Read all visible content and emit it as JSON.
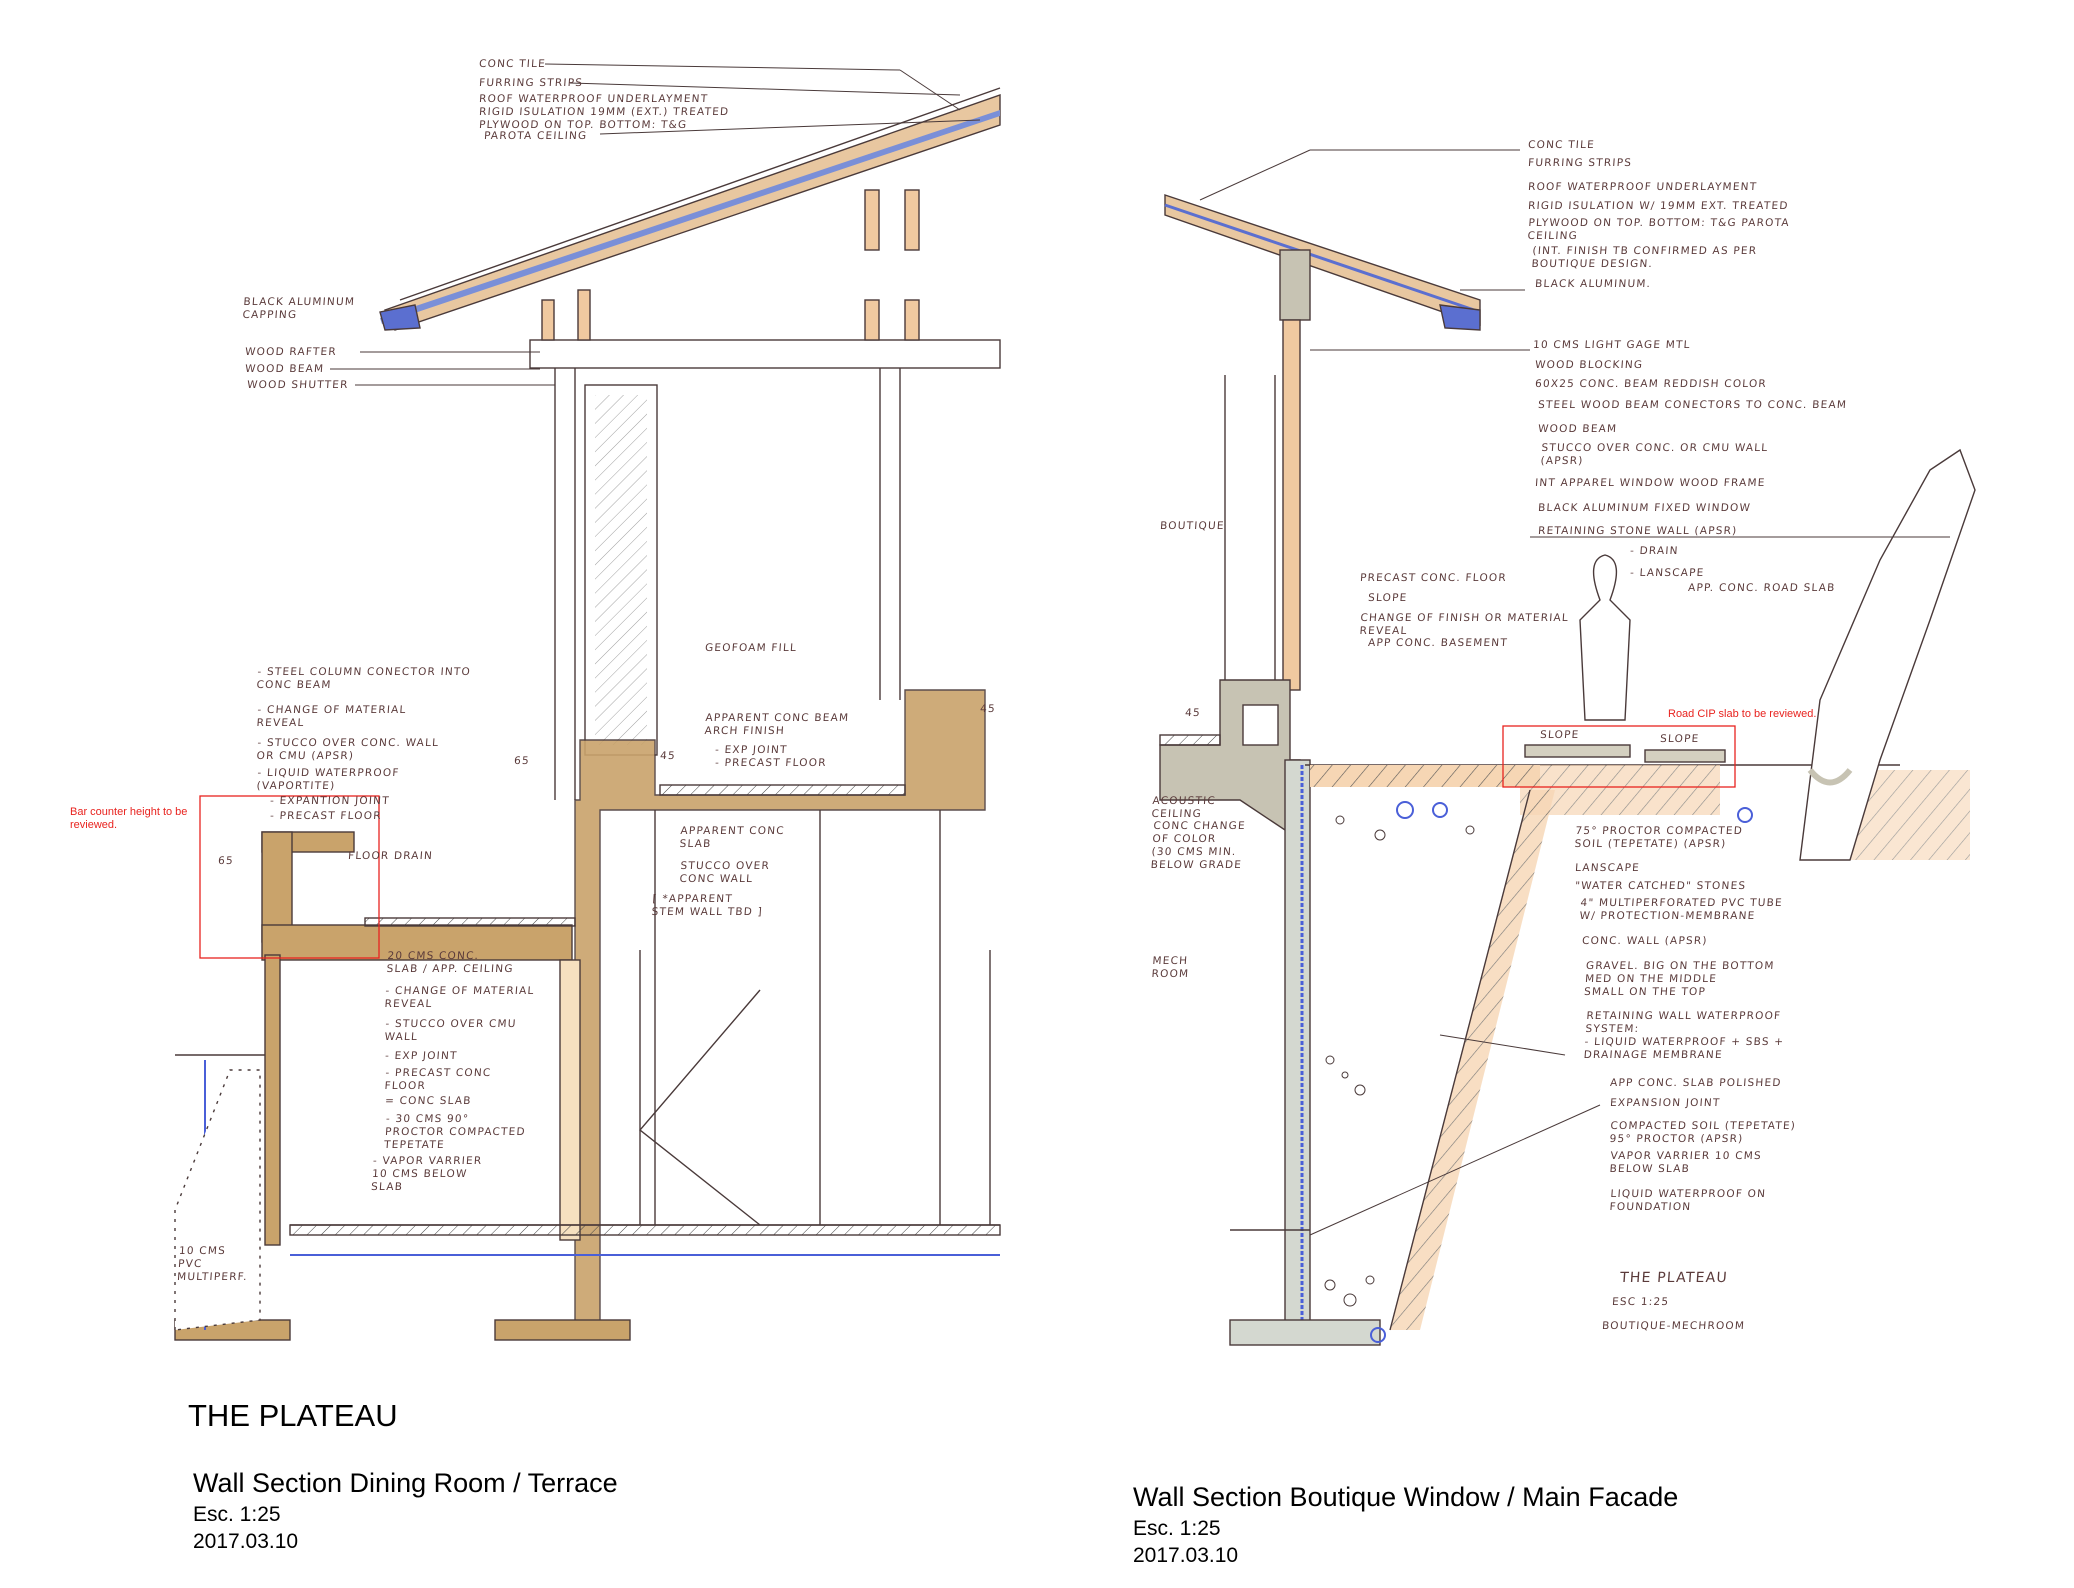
{
  "project_title": "THE PLATEAU",
  "left_section": {
    "title": "Wall Section Dining Room / Terrace",
    "scale": "Esc. 1:25",
    "date": "2017.03.10",
    "review_note": "Bar counter height to be reviewed.",
    "labels": [
      "CONC TILE",
      "FURRING STRIPS",
      "ROOF WATERPROOF UNDERLAYMENT",
      "RIGID ISULATION 19MM (EXT.) TREATED",
      "PLYWOOD ON TOP. BOTTOM: T&G",
      "PAROTA CEILING",
      "BLACK ALUMINUM\nCAPPING",
      "WOOD RAFTER",
      "WOOD BEAM",
      "WOOD SHUTTER",
      "- STEEL COLUMN CONECTOR INTO\nCONC BEAM",
      "- CHANGE OF MATERIAL\nREVEAL",
      "- STUCCO OVER CONC. WALL\nOR CMU (APSR)",
      "- LIQUID WATERPROOF\n(VAPORTITE)",
      "- EXPANTION JOINT",
      "- PRECAST FLOOR",
      "FLOOR DRAIN",
      "65",
      "65",
      "20 CMS CONC.\nSLAB / APP. CEILING",
      "- CHANGE OF MATERIAL\nREVEAL",
      "- STUCCO OVER CMU\nWALL",
      "- EXP JOINT",
      "- PRECAST CONC\nFLOOR",
      "= CONC SLAB",
      "- 30 CMS 90°\nPROCTOR COMPACTED\nTEPETATE",
      "- VAPOR VARRIER\n10 CMS BELOW\nSLAB",
      "10 CMS\nPVC\nMULTIPERF.",
      "GEOFOAM FILL",
      "45",
      "APPARENT CONC BEAM\nARCH FINISH",
      "45",
      "- EXP JOINT",
      "- PRECAST FLOOR",
      "APPARENT CONC\nSLAB",
      "STUCCO OVER\nCONC WALL",
      "[ *APPARENT\nSTEM WALL TBD ]"
    ]
  },
  "right_section": {
    "title": "Wall Section Boutique Window / Main Facade",
    "scale": "Esc. 1:25",
    "date": "2017.03.10",
    "review_note": "Road CIP slab to be reviewed.",
    "labels": [
      "CONC TILE",
      "FURRING STRIPS",
      "ROOF WATERPROOF UNDERLAYMENT",
      "RIGID ISULATION W/ 19MM EXT. TREATED",
      "PLYWOOD ON TOP. BOTTOM: T&G PAROTA\nCEILING",
      "(INT. FINISH TB CONFIRMED AS PER\nBOUTIQUE DESIGN.",
      "BLACK ALUMINUM.",
      "10 CMS LIGHT GAGE MTL",
      "WOOD BLOCKING",
      "60X25 CONC. BEAM REDDISH COLOR",
      "STEEL WOOD BEAM CONECTORS TO CONC. BEAM",
      "WOOD BEAM",
      "STUCCO OVER CONC. OR CMU WALL\n(APSR)",
      "INT APPAREL WINDOW WOOD FRAME",
      "BLACK ALUMINUM FIXED WINDOW",
      "RETAINING STONE WALL (APSR)",
      "- DRAIN",
      "- LANSCAPE",
      "APP. CONC. ROAD SLAB",
      "PRECAST CONC. FLOOR",
      "SLOPE",
      "CHANGE OF FINISH OR MATERIAL\nREVEAL",
      "APP CONC. BASEMENT",
      "BOUTIQUE",
      "45",
      "ACOUSTIC\nCEILING",
      "CONC CHANGE\nOF COLOR\n(30 CMS MIN.\nBELOW GRADE",
      "MECH\nROOM",
      "SLOPE",
      "SLOPE",
      "75° PROCTOR COMPACTED\nSOIL (TEPETATE) (APSR)",
      "LANSCAPE",
      "\"WATER CATCHED\" STONES",
      "4\" MULTIPERFORATED PVC TUBE\nW/ PROTECTION-MEMBRANE",
      "CONC. WALL (APSR)",
      "GRAVEL. BIG ON THE BOTTOM\nMED ON THE MIDDLE\nSMALL ON THE TOP",
      "RETAINING WALL WATERPROOF\nSYSTEM:\n- LIQUID WATERPROOF + SBS +\nDRAINAGE MEMBRANE",
      "APP CONC. SLAB POLISHED",
      "EXPANSION JOINT",
      "COMPACTED SOIL (TEPETATE)\n95° PROCTOR (APSR)",
      "VAPOR VARRIER 10 CMS\nBELOW SLAB",
      "LIQUID WATERPROOF ON\nFOUNDATION",
      "THE PLATEAU",
      "ESC 1:25",
      "BOUTIQUE-MECHROOM"
    ]
  },
  "colors": {
    "concrete_tan": "#c9a36b",
    "concrete_grey": "#c7c3b3",
    "wood": "#f0c9a0",
    "soil": "#f2c8a0",
    "waterproof": "#4a5fd8",
    "review_red": "#e8231f",
    "ink": "#4a3a3a"
  }
}
